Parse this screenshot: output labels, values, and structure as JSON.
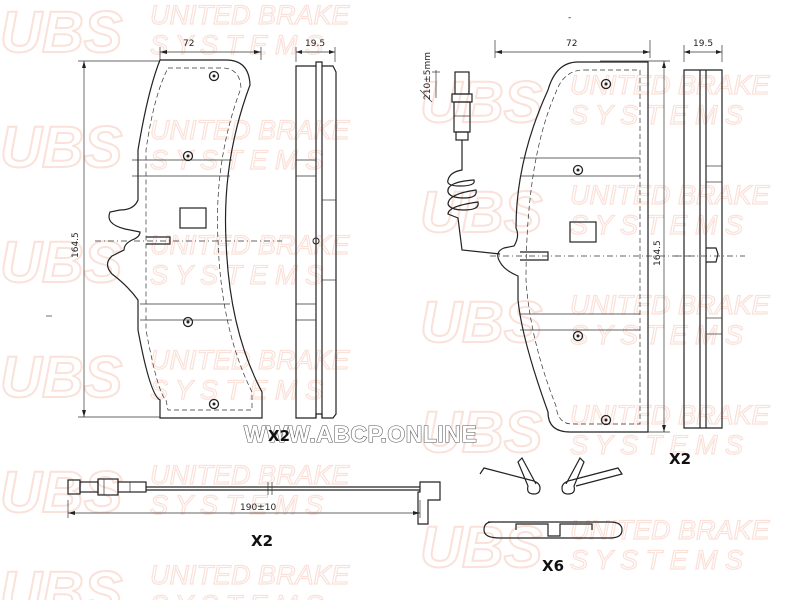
{
  "watermark": {
    "logo": "UBS",
    "line1": "UNITED BRAKE",
    "line2": "S Y S T E M S",
    "color": "#f6c9bb"
  },
  "site_label": "WWW.ABCP.ONLINE",
  "left_pad": {
    "width_dim": "72",
    "thickness_dim": "19.5",
    "height_dim": "164.5",
    "quantity": "X2"
  },
  "right_pad": {
    "width_dim": "72",
    "thickness_dim": "19.5",
    "height_dim": "164.5",
    "quantity": "X2",
    "wire_dim": "210±5mm"
  },
  "sensor": {
    "length_dim": "190±10",
    "quantity": "X2"
  },
  "clips": {
    "quantity": "X6"
  },
  "stray_marks": {
    "dash": "-"
  }
}
